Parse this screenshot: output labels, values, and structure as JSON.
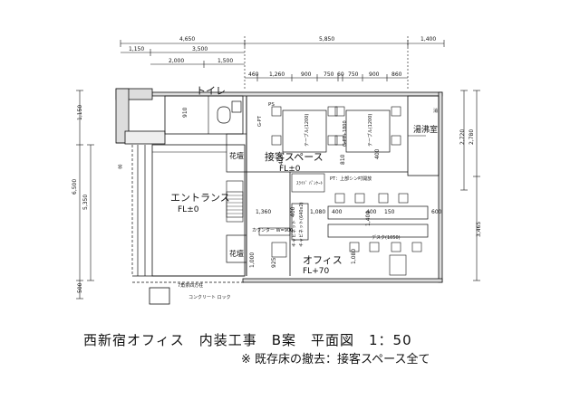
{
  "title": "西新宿オフィス　内装工事　B案　平面図　1：50",
  "subtitle": "※ 既存床の撤去：接客スペース全て",
  "top_dims_row1": [
    "4,650",
    "5,850",
    "1,400"
  ],
  "top_dims_row2": [
    "1,150",
    "3,500"
  ],
  "top_dims_row3": [
    "2,000",
    "1,500"
  ],
  "top_dims_row4": [
    "460",
    "1,260",
    "900",
    "750",
    "60",
    "750",
    "900",
    "860"
  ],
  "left_dims": [
    "1,150",
    "6,500",
    "5,350",
    "500"
  ],
  "right_dims": [
    "2,720",
    "2,780",
    "3,465"
  ],
  "inner_dims": {
    "d910": "910",
    "d1360": "1,360",
    "d1080": "1,080",
    "d400a": "400",
    "d400b": "400",
    "d150": "150",
    "d600": "600",
    "d925": "925",
    "d1000": "1,000",
    "d1400": "1,400",
    "d400c": "400",
    "d810": "810",
    "d1080v": "1,080",
    "d400d": "400",
    "d400e": "400"
  },
  "rooms": {
    "toilet": "トイレ",
    "reception": "接客スペース",
    "reception_fl": "FL±0",
    "entrance": "エントランス",
    "entrance_fl": "FL±0",
    "office": "オフィス",
    "office_fl": "FL+70",
    "kitchen": "湯沸室",
    "planter1": "花壇",
    "planter2": "花壇",
    "ps": "PS"
  },
  "labels": {
    "table1": "テーブル(1200)",
    "table2": "テーブル(1200)",
    "gpt1": "G-PT",
    "gpt2": "G-PT+1800",
    "pt_note": "PT：上部シン吋開放",
    "counter": "カウンター W=900",
    "desk": "デスク(1050)",
    "safe": "キャビネット(640x2)",
    "cabinet": "キャビネット",
    "slidebar": "ｽﾗｲﾄﾞ  ﾊﾟﾝｹｰﾄ",
    "existing_column": "7角茶四方柱",
    "concrete": "コンクリート ロック",
    "window": "窓",
    "extinguisher": "消"
  }
}
